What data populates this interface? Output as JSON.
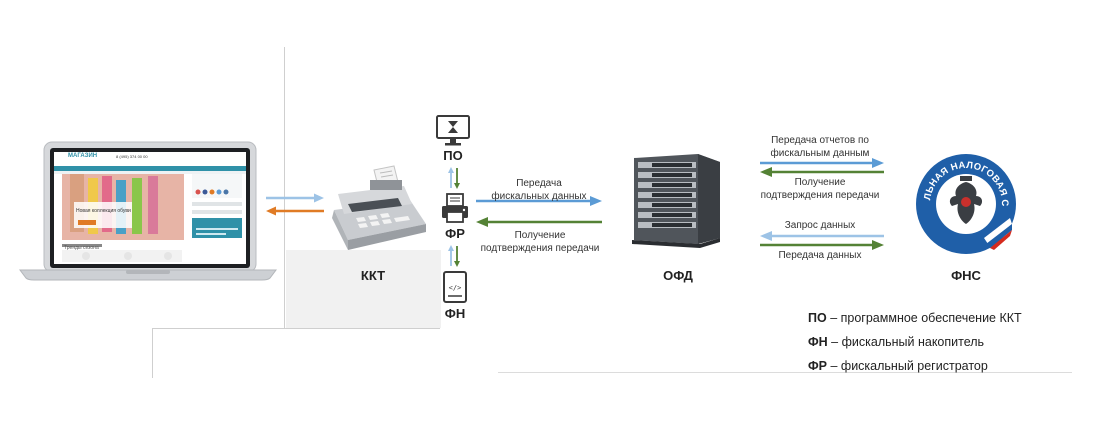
{
  "nodes": {
    "kkt": "ККТ",
    "po": "ПО",
    "fr": "ФР",
    "fn": "ФН",
    "ofd": "ОФД",
    "fns": "ФНС"
  },
  "arrows": {
    "fr_to_ofd": "Передача\nфискальных данных",
    "ofd_to_fr": "Получение\nподтверждения передачи",
    "ofd_to_fns_reports": "Передача отчетов по\nфискальным данным",
    "fns_to_ofd_confirm": "Получение\nподтверждения передачи",
    "fns_to_ofd_request": "Запрос данных",
    "ofd_to_fns_data": "Передача данных"
  },
  "legend": [
    {
      "abbr": "ПО",
      "text": " – программное обеспечение ККТ"
    },
    {
      "abbr": "ФН",
      "text": " – фискальный накопитель"
    },
    {
      "abbr": "ФР",
      "text": " – фискальный регистратор"
    }
  ],
  "laptop_site": {
    "logo": "МАГАЗИН",
    "phone": "8 (495) 374 00 00",
    "banner": "Новая коллекция обуви",
    "section": "Тренды сезона"
  },
  "emblem": {
    "ring_text": "ФЕДЕРАЛЬНАЯ НАЛОГОВАЯ СЛУЖБА"
  },
  "colors": {
    "blue_arrow": "#5b9bd5",
    "green_arrow": "#548235",
    "orange_arrow": "#e07b25",
    "light_blue_arrow": "#9dc3e6",
    "emblem_blue": "#1f5fa8"
  }
}
